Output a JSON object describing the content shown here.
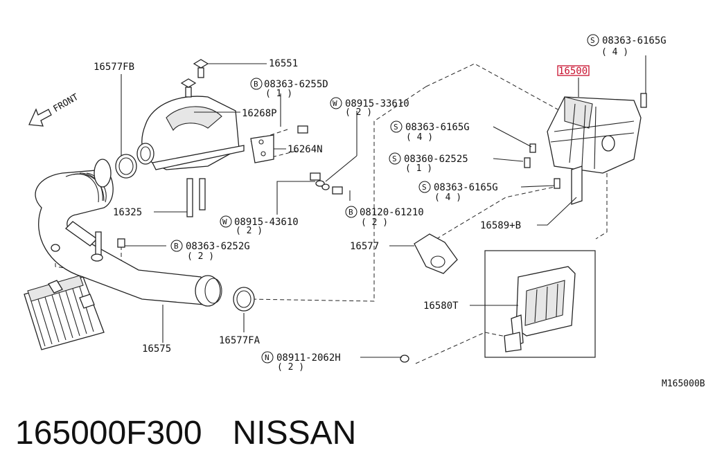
{
  "diagram": {
    "code": "M165000B",
    "front_label": "FRONT",
    "highlight_color": "#c8102e",
    "callouts": [
      {
        "id": "c_16577FB",
        "part": "16577FB",
        "prefix": "",
        "qty": ""
      },
      {
        "id": "c_16551",
        "part": "16551",
        "prefix": "",
        "qty": ""
      },
      {
        "id": "c_08363_6255D",
        "part": "08363-6255D",
        "prefix": "B",
        "qty": "( 1 )"
      },
      {
        "id": "c_16268P",
        "part": "16268P",
        "prefix": "",
        "qty": ""
      },
      {
        "id": "c_08915_33610",
        "part": "08915-33610",
        "prefix": "W",
        "qty": "( 2 )"
      },
      {
        "id": "c_16264N",
        "part": "16264N",
        "prefix": "",
        "qty": ""
      },
      {
        "id": "c_16325",
        "part": "16325",
        "prefix": "",
        "qty": ""
      },
      {
        "id": "c_08915_43610",
        "part": "08915-43610",
        "prefix": "W",
        "qty": "( 2 )"
      },
      {
        "id": "c_08120_61210",
        "part": "08120-61210",
        "prefix": "B",
        "qty": "( 2 )"
      },
      {
        "id": "c_08363_6252G",
        "part": "08363-6252G",
        "prefix": "B",
        "qty": "( 2 )"
      },
      {
        "id": "c_16577",
        "part": "16577",
        "prefix": "",
        "qty": ""
      },
      {
        "id": "c_16575",
        "part": "16575",
        "prefix": "",
        "qty": ""
      },
      {
        "id": "c_16577FA",
        "part": "16577FA",
        "prefix": "",
        "qty": ""
      },
      {
        "id": "c_08911_2062H",
        "part": "08911-2062H",
        "prefix": "N",
        "qty": "( 2 )"
      },
      {
        "id": "c_16580T",
        "part": "16580T",
        "prefix": "",
        "qty": ""
      },
      {
        "id": "c_08363_6165G_top",
        "part": "08363-6165G",
        "prefix": "S",
        "qty": "( 4 )"
      },
      {
        "id": "c_16500",
        "part": "16500",
        "prefix": "",
        "qty": ""
      },
      {
        "id": "c_08363_6165G_mid",
        "part": "08363-6165G",
        "prefix": "S",
        "qty": "( 4 )"
      },
      {
        "id": "c_08360_62525",
        "part": "08360-62525",
        "prefix": "S",
        "qty": "( 1 )"
      },
      {
        "id": "c_08363_6165G_low",
        "part": "08363-6165G",
        "prefix": "S",
        "qty": "( 4 )"
      },
      {
        "id": "c_16589B",
        "part": "16589+B",
        "prefix": "",
        "qty": ""
      }
    ]
  },
  "footer": {
    "part_number": "165000F300",
    "brand": "NISSAN"
  }
}
